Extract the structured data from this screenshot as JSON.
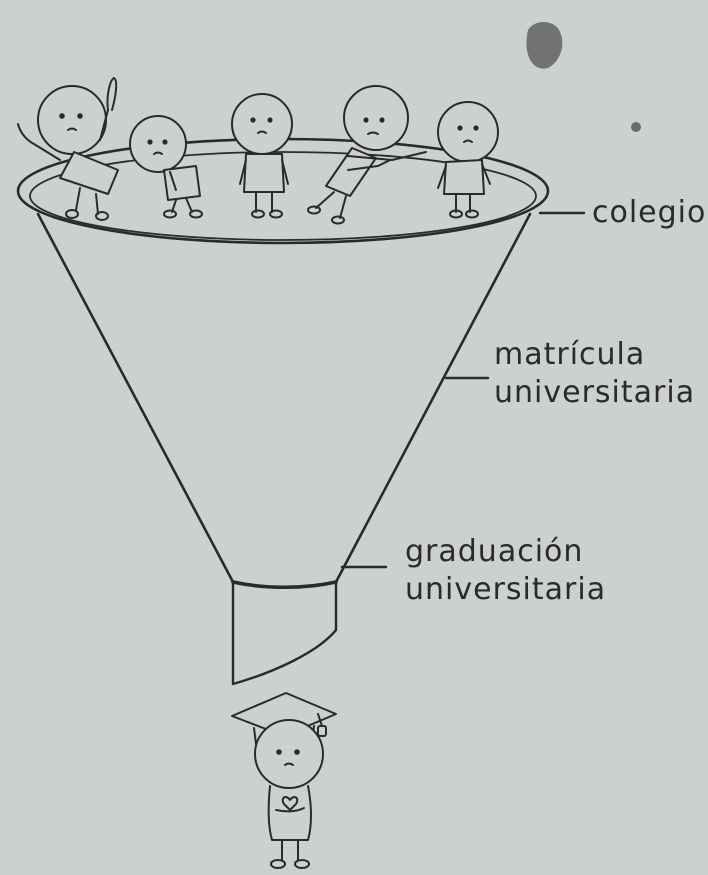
{
  "labels": {
    "colegio": "colegio",
    "matricula_line1": "matrícula",
    "matricula_line2": "universitaria",
    "graduacion_line1": "graduación",
    "graduacion_line2": "universitaria"
  },
  "colors": {
    "background": "#cdd0d1",
    "ink": "#2a2a2a"
  }
}
